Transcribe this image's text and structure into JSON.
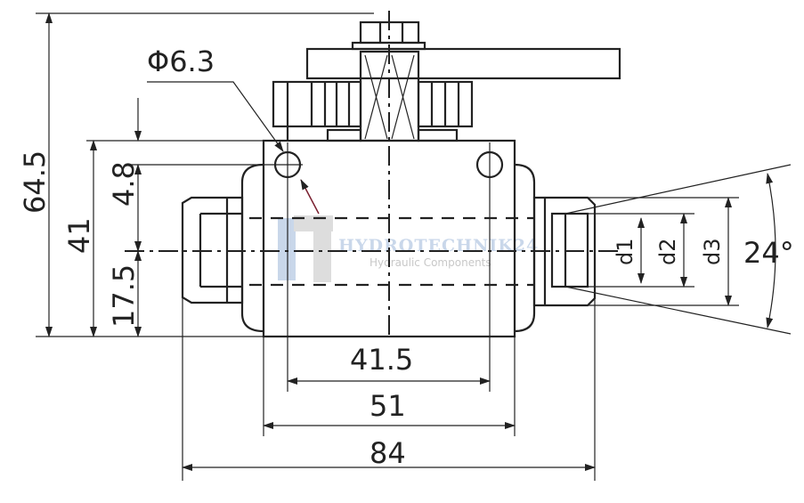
{
  "drawing": {
    "title_dimensions": {
      "overall_height": "64.5",
      "body_height": "41",
      "offset_top": "4.8",
      "offset_center": "17.5",
      "hole_diameter": "Φ6.3",
      "hole_spacing": "41.5",
      "body_width": "51",
      "overall_length": "84",
      "d1": "d1",
      "d2": "d2",
      "d3": "d3",
      "cone_angle": "24°"
    },
    "watermark": {
      "brand": "HYDROTECHNIK24",
      "tagline": "Hydraulic Components"
    },
    "colors": {
      "line": "#222222",
      "watermark_blue": "#c9d7ea",
      "leader_red": "#7a2030"
    }
  }
}
